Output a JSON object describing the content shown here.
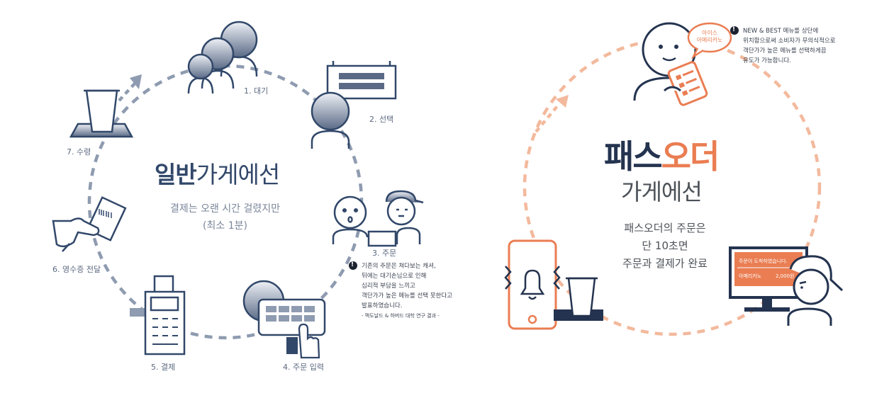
{
  "left": {
    "title_strong": "일반",
    "title_rest": "가게에선",
    "subtitle_line1": "결제는 오랜 시간 걸렸지만",
    "subtitle_line2": "(최소 1분)",
    "steps": [
      {
        "label": "1. 대기"
      },
      {
        "label": "2. 선택"
      },
      {
        "label": "3. 주문"
      },
      {
        "label": "4. 주문 입력"
      },
      {
        "label": "5. 결제"
      },
      {
        "label": "6. 영수증 전달"
      },
      {
        "label": "7. 수령"
      }
    ],
    "note": {
      "mark": "!",
      "lines": [
        "기존의 주문은 쳐다보는 캐셔,",
        "뒤에는 대기손님으로 인해",
        "심리적 부담을 느끼고",
        "객단가가 높은 메뉴를 선택 못한다고",
        "발표하였습니다."
      ],
      "source": "- 맥도날드 & 하버드 대학 연구 결과 -"
    }
  },
  "right": {
    "title_part1": "패스",
    "title_part2": "오더",
    "title_line2": "가게에선",
    "subtitle_line1": "패스오더의 주문은",
    "subtitle_line2": "단 10초면",
    "subtitle_line3": "주문과 결제가 완료",
    "bubble_line1": "아이스",
    "bubble_line2": "아메리카노",
    "note": {
      "mark": "!",
      "lines": [
        "NEW & BEST 메뉴를 상단에",
        "위치함으로써 소비자가 무의식적으로",
        "객단가가 높은 메뉴를 선택하게끔",
        "유도가 가능합니다."
      ]
    },
    "screen_title": "주문이 도착하였습니다.",
    "screen_item": "아메리카노",
    "screen_price": "2,000원"
  },
  "colors": {
    "navy": "#32486a",
    "grey_blue": "#8e9bb0",
    "orange": "#ea7d52",
    "peach": "#f3b99d"
  }
}
